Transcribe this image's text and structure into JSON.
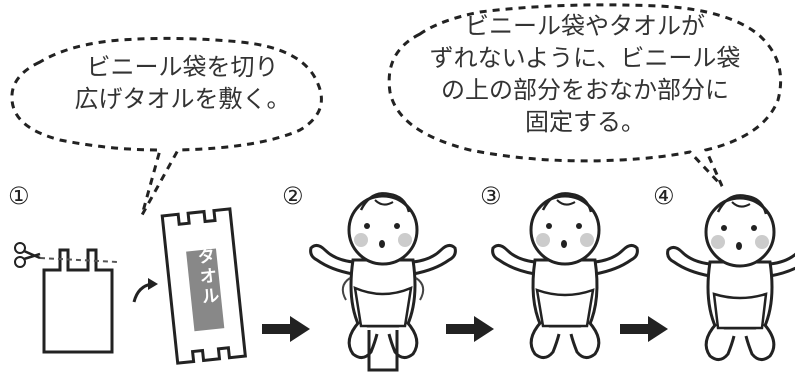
{
  "bubbles": {
    "left": {
      "lines": [
        "ビニール袋を切り",
        "広げタオルを敷く。"
      ]
    },
    "right": {
      "lines": [
        "ビニール袋やタオルが",
        "ずれないように、ビニール袋",
        "の上の部分をおなか部分に",
        "固定する。"
      ]
    }
  },
  "steps": [
    "①",
    "②",
    "③",
    "④"
  ],
  "towel_label": "タオル",
  "icons": [
    "scissors-icon",
    "curved-arrow-icon",
    "right-arrow-icon",
    "rotate-arrow-icon"
  ]
}
